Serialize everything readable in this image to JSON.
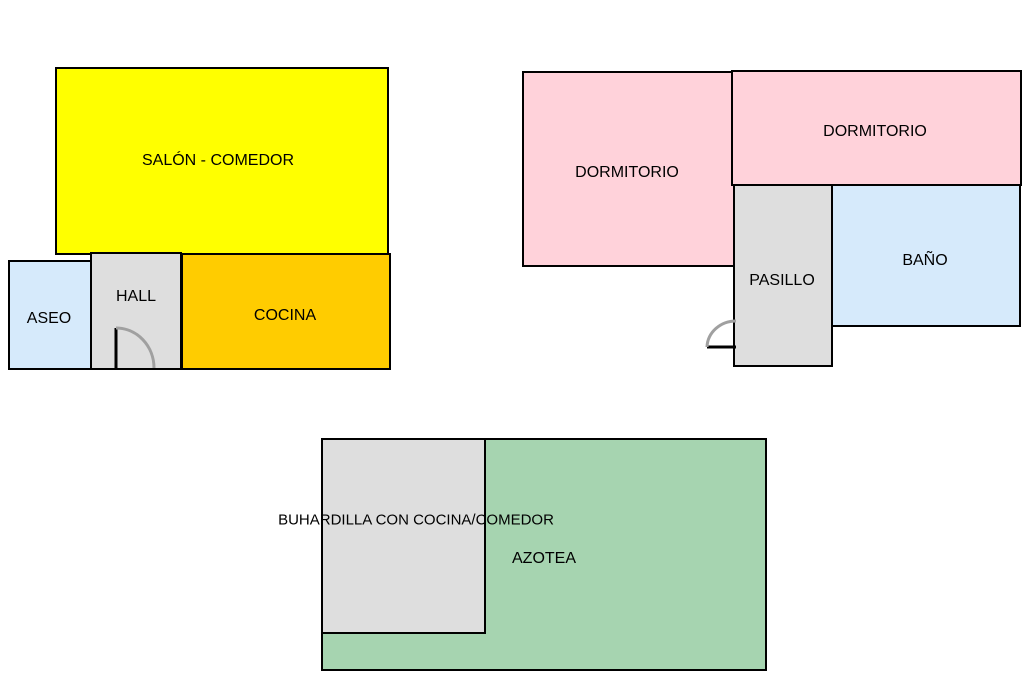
{
  "colors": {
    "living": "#ffff00",
    "kitchen": "#ffcc00",
    "hall": "#dedede",
    "bath": "#d6eafb",
    "bedroom": "#ffd2da",
    "roof_terrace": "#a6d4b0",
    "attic": "#dedede",
    "wall": "#000000",
    "door_arc": "#a0a0a0"
  },
  "ground_floor": {
    "living": "SALÓN - COMEDOR",
    "toilet": "ASEO",
    "hall": "HALL",
    "kitchen": "COCINA"
  },
  "upper_floor": {
    "bedroom_left": "DORMITORIO",
    "bedroom_right": "DORMITORIO",
    "corridor": "PASILLO",
    "bathroom": "BAÑO"
  },
  "roof_floor": {
    "attic": "BUHARDILLA CON COCINA/COMEDOR",
    "terrace": "AZOTEA"
  },
  "icons": {
    "door": "door-swing-icon"
  }
}
